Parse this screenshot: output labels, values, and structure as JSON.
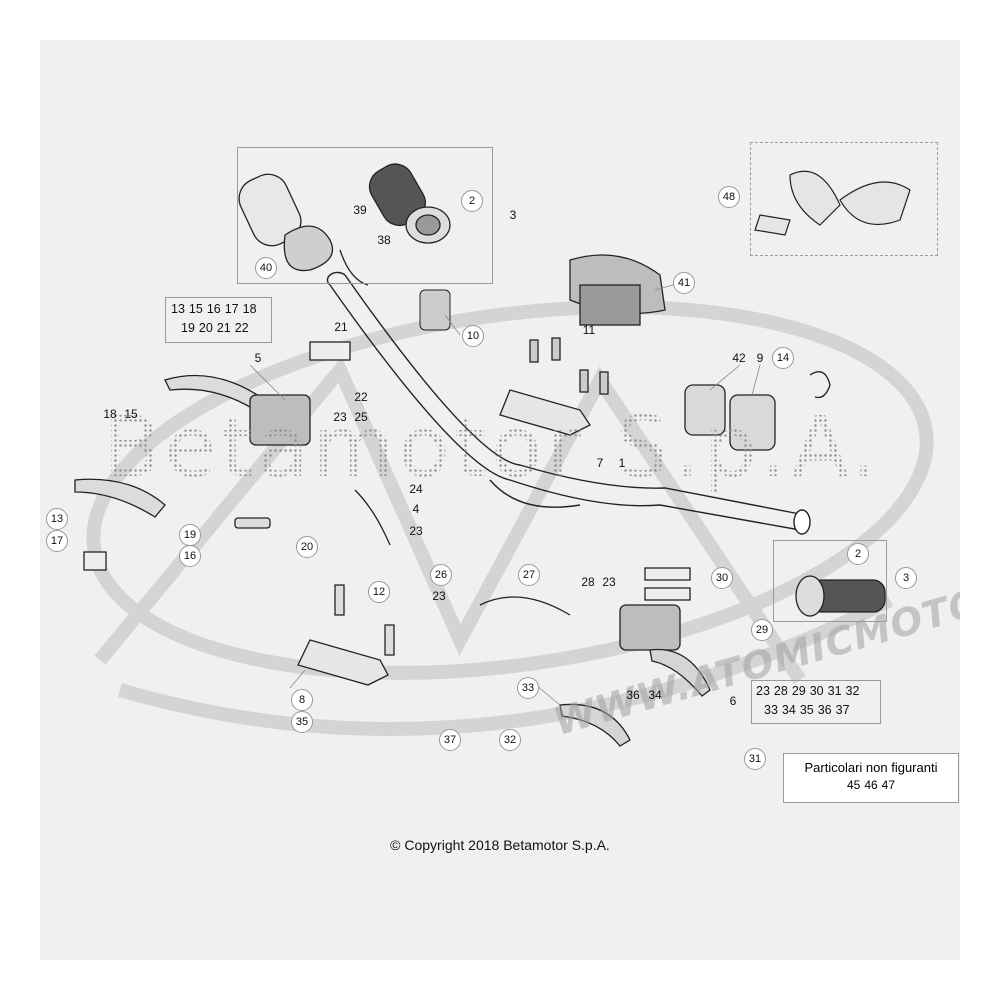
{
  "watermark": "Betamotor S.p.A.",
  "site_watermark": "WWW.ATOMICMOTO.FR",
  "copyright": "© Copyright 2018 Betamotor S.p.A.",
  "labels": {
    "l2a": "2",
    "l3a": "3",
    "l39": "39",
    "l38": "38",
    "l40": "40",
    "l48": "48",
    "l41": "41",
    "l10": "10",
    "l11": "11",
    "l21": "21",
    "l5": "5",
    "l22": "22",
    "l42": "42",
    "l9": "9",
    "l14": "14",
    "l7": "7",
    "l1": "1",
    "l18": "18",
    "l15": "15",
    "l24": "24",
    "l4": "4",
    "l23a": "23",
    "l13": "13",
    "l17": "17",
    "l19": "19",
    "l16": "16",
    "l20": "20",
    "l26": "26",
    "l27": "27",
    "l28": "28",
    "l23b": "23",
    "l30": "30",
    "l2b": "2",
    "l3b": "3",
    "l12": "12",
    "l23c": "23",
    "l29": "29",
    "l8": "8",
    "l33": "33",
    "l36": "36",
    "l34": "34",
    "l6": "6",
    "l35": "35",
    "l37": "37",
    "l32": "32",
    "l31": "31",
    "l23d": "23",
    "l25": "25"
  },
  "group_left": {
    "row1": [
      "13",
      "15",
      "16",
      "17",
      "18"
    ],
    "row2": [
      "19",
      "20",
      "21",
      "22"
    ]
  },
  "group_right": {
    "row1": [
      "23",
      "28",
      "29",
      "30",
      "31",
      "32"
    ],
    "row2": [
      "33",
      "34",
      "35",
      "36",
      "37"
    ]
  },
  "note": {
    "title": "Particolari non figuranti",
    "numbers": [
      "45",
      "46",
      "47"
    ]
  }
}
